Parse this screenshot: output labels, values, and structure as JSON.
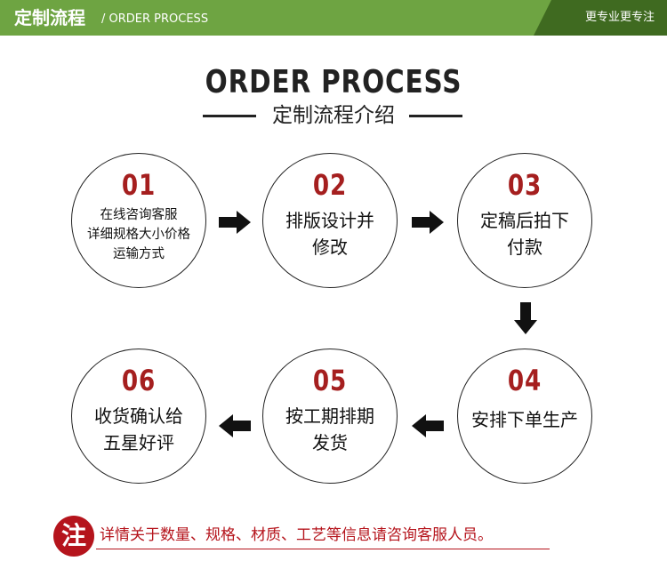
{
  "header": {
    "title": "定制流程",
    "subtitle": "/ ORDER PROCESS",
    "right_text": "更专业更专注"
  },
  "heading": {
    "title": "ORDER PROCESS",
    "subtitle": "定制流程介绍"
  },
  "steps": [
    {
      "number": "01",
      "lines": [
        "在线咨询客服",
        "详细规格大小价格",
        "运输方式"
      ]
    },
    {
      "number": "02",
      "lines": [
        "排版设计并",
        "修改"
      ]
    },
    {
      "number": "03",
      "lines": [
        "定稿后拍下",
        "付款"
      ]
    },
    {
      "number": "04",
      "lines": [
        "安排下单生产"
      ]
    },
    {
      "number": "05",
      "lines": [
        "按工期排期",
        "发货"
      ]
    },
    {
      "number": "06",
      "lines": [
        "收货确认给",
        "五星好评"
      ]
    }
  ],
  "note": {
    "icon": "注",
    "text": "详情关于数量、规格、材质、工艺等信息请咨询客服人员。"
  },
  "colors": {
    "header_green": "#6ea442",
    "header_dark_green": "#3f6a20",
    "number_red": "#a51f1f",
    "note_red": "#b5141c"
  }
}
